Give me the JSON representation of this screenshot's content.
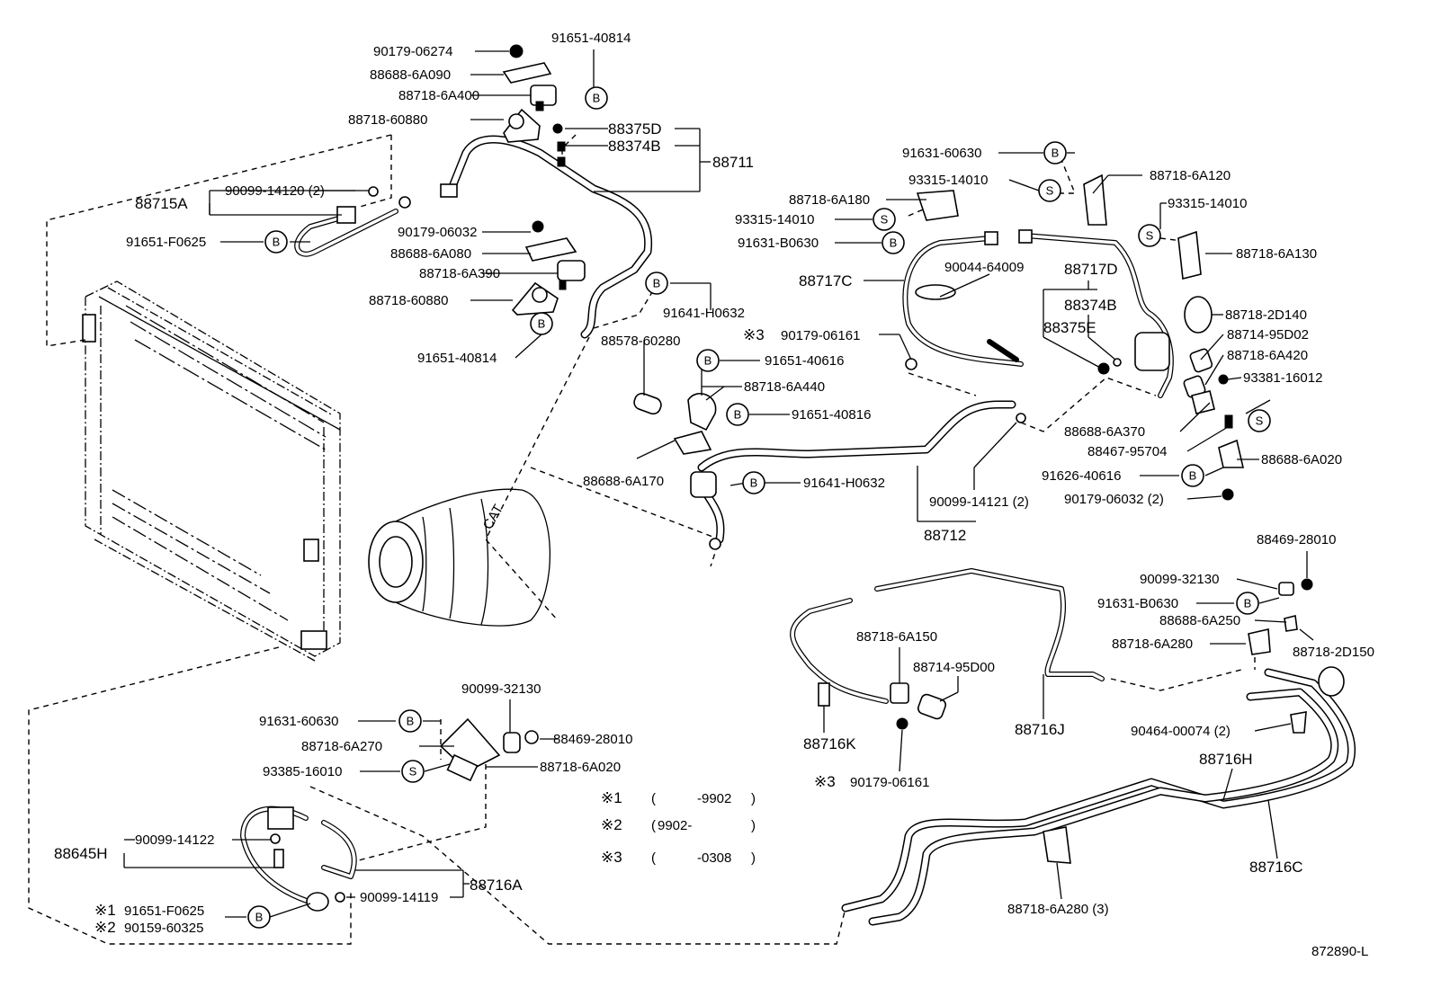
{
  "labels": {
    "p90179_06274": "90179-06274",
    "p91651_40814_top": "91651-40814",
    "p88688_6A090": "88688-6A090",
    "p88718_6A400": "88718-6A400",
    "p88718_60880_top": "88718-60880",
    "p88375D": "88375D",
    "p88374B_top": "88374B",
    "p88711": "88711",
    "p88715A": "88715A",
    "p90099_14120": "90099-14120 (2)",
    "p91651_F0625_top": "91651-F0625",
    "p90179_06032": "90179-06032",
    "p88688_6A080": "88688-6A080",
    "p88718_6A390": "88718-6A390",
    "p88718_60880_low": "88718-60880",
    "p91651_40814_low": "91651-40814",
    "p91641_H0632_top": "91641-H0632",
    "p88578_60280": "88578-60280",
    "p91651_40616": "91651-40616",
    "p88718_6A440": "88718-6A440",
    "p91651_40816": "91651-40816",
    "p88688_6A170": "88688-6A170",
    "p91641_H0632_low": "91641-H0632",
    "p90179_06161_mid": "90179-06161",
    "p90099_14121": "90099-14121 (2)",
    "p88712": "88712",
    "p91631_60630_top": "91631-60630",
    "p93315_14010_a": "93315-14010",
    "p88718_6A120": "88718-6A120",
    "p88718_6A180": "88718-6A180",
    "p93315_14010_b": "93315-14010",
    "p93315_14010_c": "93315-14010",
    "p91631_B0630_top": "91631-B0630",
    "p88718_6A130": "88718-6A130",
    "p88717C": "88717C",
    "p90044_64009": "90044-64009",
    "p88717D": "88717D",
    "p88374B_right": "88374B",
    "p88375E": "88375E",
    "p88718_2D140": "88718-2D140",
    "p88714_95D02": "88714-95D02",
    "p88718_6A420": "88718-6A420",
    "p93381_16012": "93381-16012",
    "p88688_6A370": "88688-6A370",
    "p88467_95704": "88467-95704",
    "p91626_40616": "91626-40616",
    "p88688_6A020": "88688-6A020",
    "p90179_06032_2": "90179-06032 (2)",
    "p88469_28010_right": "88469-28010",
    "p90099_32130_right": "90099-32130",
    "p91631_B0630_right": "91631-B0630",
    "p88688_6A250": "88688-6A250",
    "p88718_6A280": "88718-6A280",
    "p88718_2D150": "88718-2D150",
    "p88718_6A150": "88718-6A150",
    "p88714_95D00": "88714-95D00",
    "p88716K": "88716K",
    "p88716J": "88716J",
    "p90179_06161_low": "90179-06161",
    "p90464_00074": "90464-00074 (2)",
    "p88716H": "88716H",
    "p88716C": "88716C",
    "p88718_6A280_3": "88718-6A280 (3)",
    "p90099_32130_low": "90099-32130",
    "p91631_60630_low": "91631-60630",
    "p88469_28010_low": "88469-28010",
    "p88718_6A270": "88718-6A270",
    "p88718_6A020": "88718-6A020",
    "p93385_16010": "93385-16010",
    "p88645H": "88645H",
    "p90099_14122": "90099-14122",
    "p88716A": "88716A",
    "p91651_F0625_low": "91651-F0625",
    "p90099_14119": "90099-14119",
    "p90159_60325": "90159-60325",
    "diagram_code": "872890-L"
  },
  "markers": {
    "mark1": "※1",
    "mark2": "※2",
    "mark3": "※3",
    "circle_b": "B",
    "circle_s": "S"
  },
  "notes": [
    {
      "mark": "※1",
      "open": "(",
      "range": "-9902",
      "close": ")"
    },
    {
      "mark": "※2",
      "open": "(",
      "range": "9902-",
      "close": ")"
    },
    {
      "mark": "※3",
      "open": "(",
      "range": "-0308",
      "close": ")"
    }
  ]
}
